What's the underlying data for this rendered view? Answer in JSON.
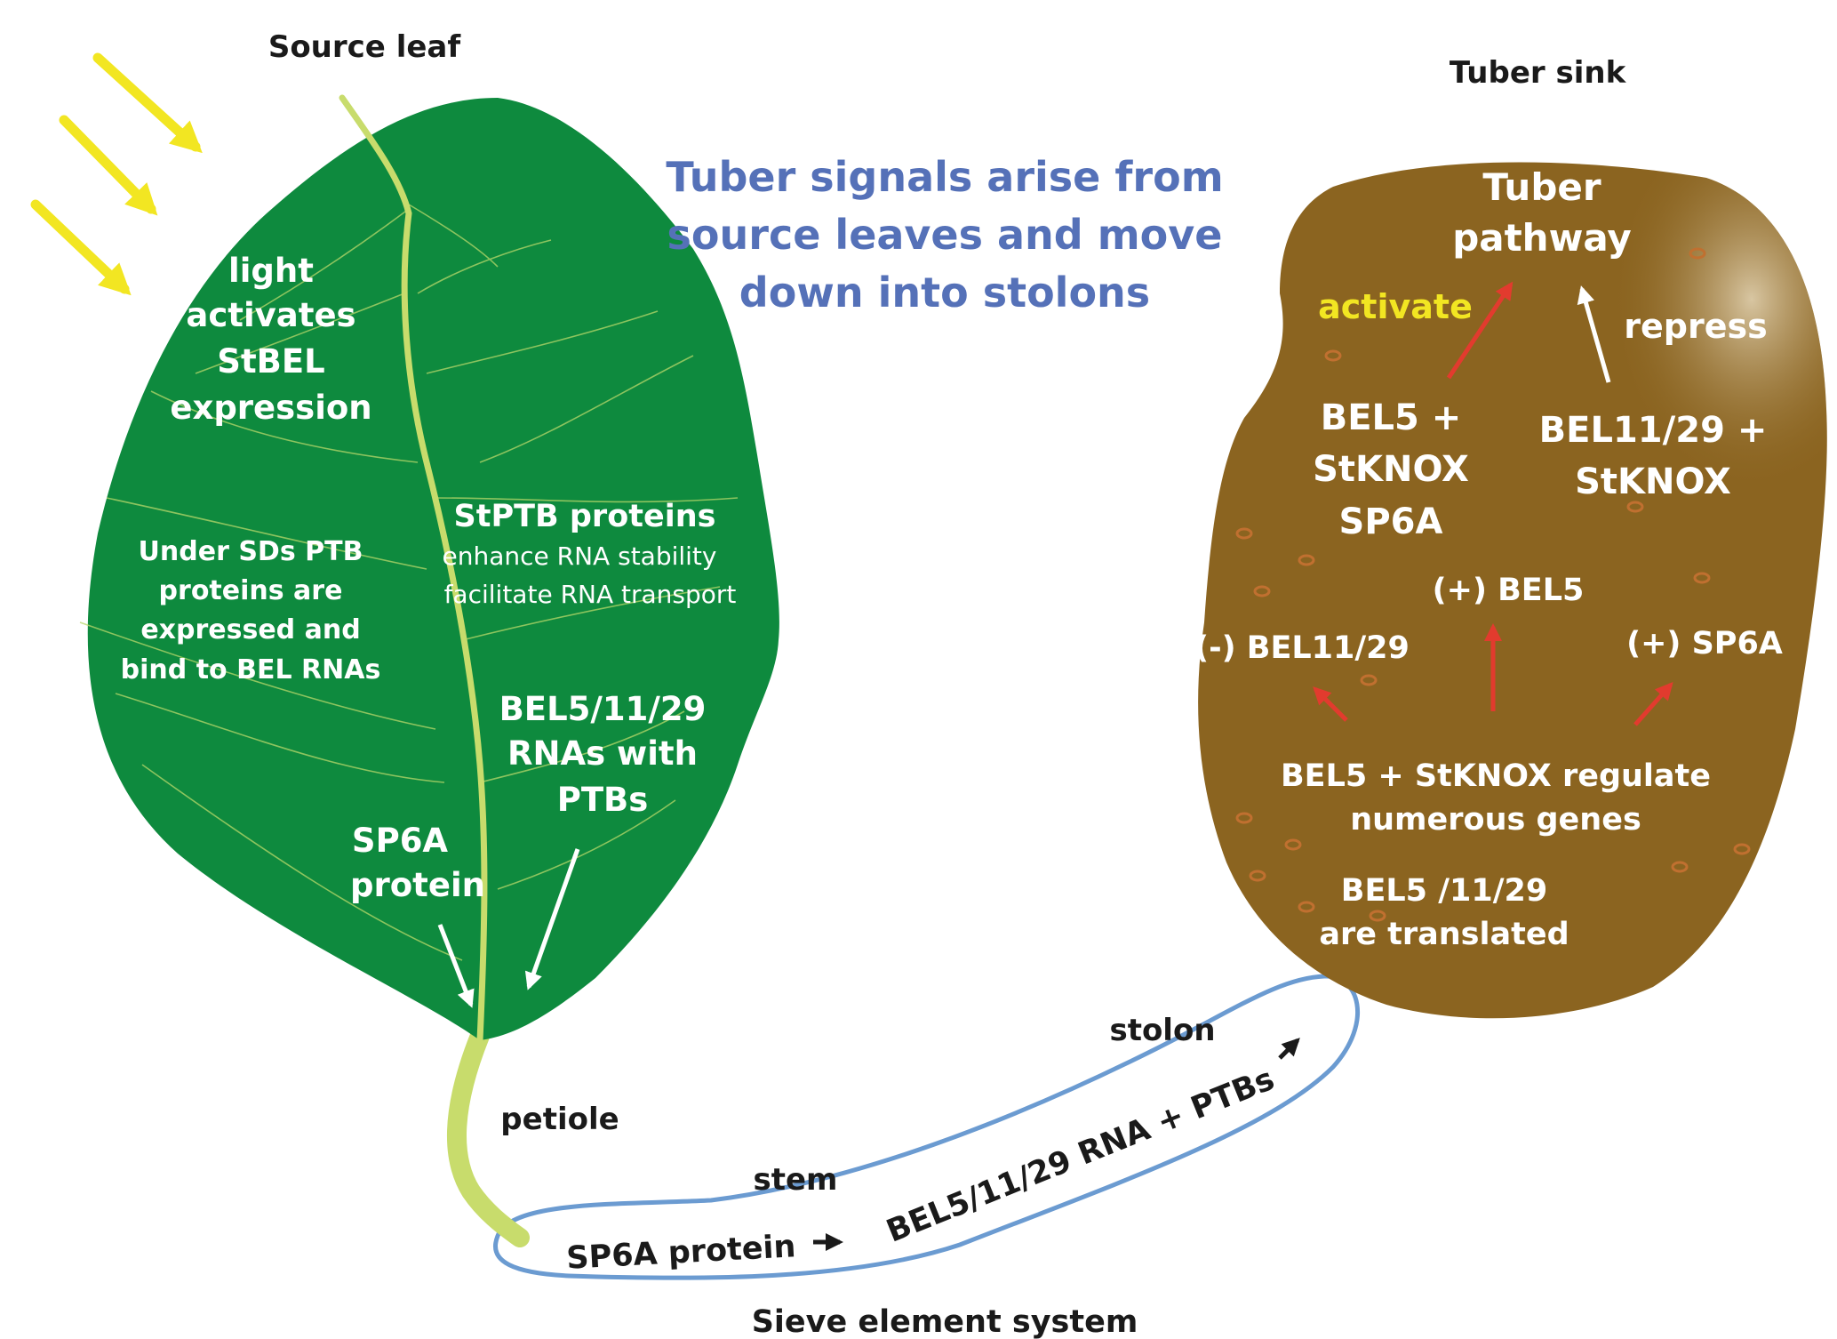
{
  "colors": {
    "leaf": "#0e8a3e",
    "leaf_vein": "#b8d86a",
    "petiole": "#c8dc6c",
    "tuber": "#8b6420",
    "sieve_outline": "#6b9bd1",
    "sun_arrow": "#f2e622",
    "title": "#5571b8",
    "activate": "#f2e622",
    "red_arrow": "#e23b2e",
    "white_arrow": "#ffffff",
    "lenticel": "#b0651e"
  },
  "labels": {
    "source_leaf": "Source leaf",
    "tuber_sink": "Tuber sink",
    "title_line1": "Tuber signals arise from",
    "title_line2": "source leaves and move",
    "title_line3": "down into stolons",
    "petiole": "petiole",
    "stem": "stem",
    "stolon": "stolon",
    "sieve_system": "Sieve element system"
  },
  "leaf": {
    "light_line1": "light",
    "light_line2": "activates",
    "light_line3": "StBEL",
    "light_line4": "expression",
    "ptb_line1": "Under SDs PTB",
    "ptb_line2": "proteins are",
    "ptb_line3": "expressed and",
    "ptb_line4": "bind to BEL RNAs",
    "stptb_line1": "StPTB proteins",
    "stptb_line2": "enhance RNA stability",
    "stptb_line3": "facilitate RNA transport",
    "bel_line1": "BEL5/11/29",
    "bel_line2": "RNAs with",
    "bel_line3": "PTBs",
    "sp6a_line1": "SP6A",
    "sp6a_line2": "protein"
  },
  "tuber": {
    "pathway_line1": "Tuber",
    "pathway_line2": "pathway",
    "activate": "activate",
    "repress": "repress",
    "bel5_line1": "BEL5 +",
    "bel5_line2": "StKNOX",
    "bel5_line3": "SP6A",
    "bel11_line1": "BEL11/29 +",
    "bel11_line2": "StKNOX",
    "plus_bel5": "(+) BEL5",
    "minus_bel11": "(-) BEL11/29",
    "plus_sp6a": "(+) SP6A",
    "regulate_line1": "BEL5 + StKNOX regulate",
    "regulate_line2": "numerous genes",
    "translated_line1": "BEL5 /11/29",
    "translated_line2": "are translated"
  },
  "sieve": {
    "sp6a_protein": "SP6A protein",
    "bel_rna": "BEL5/11/29 RNA + PTBs"
  }
}
